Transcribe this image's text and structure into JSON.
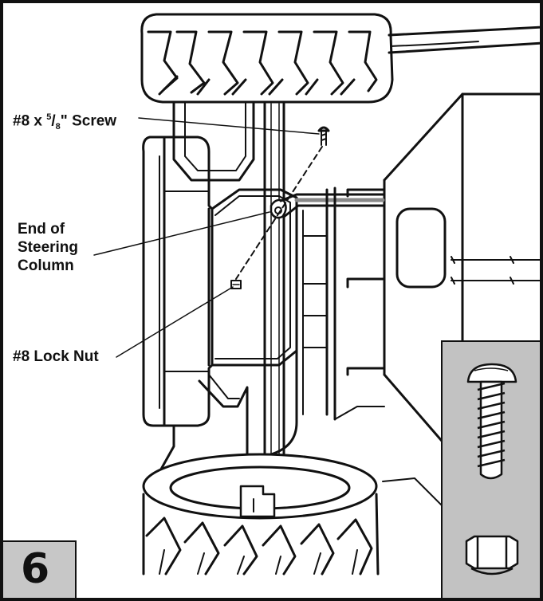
{
  "step": {
    "number": "6"
  },
  "callouts": {
    "screw": {
      "prefix": "#8 x ",
      "num": "5",
      "slash": "/",
      "den": "8",
      "suffix": "\" Screw"
    },
    "column": {
      "line1": "End of",
      "line2": "Steering",
      "line3": "Column"
    },
    "nut": {
      "text": "#8 Lock Nut"
    }
  },
  "hardware_panel": {
    "items": [
      "screw-icon",
      "lock-nut-icon"
    ]
  },
  "colors": {
    "line": "#111111",
    "panel": "#c2c2c2",
    "background": "#ffffff"
  }
}
